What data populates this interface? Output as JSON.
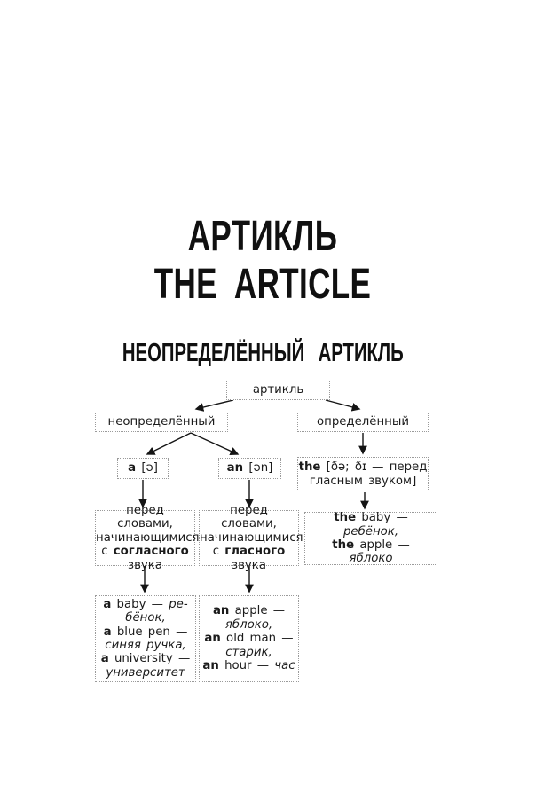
{
  "colors": {
    "ink": "#1b1b1b",
    "box_border": "#9a9a9a"
  },
  "header": {
    "title_ru": "АРТИКЛЬ",
    "title_en": "THE ARTICLE",
    "section_title": "НЕОПРЕДЕЛЁННЫЙ АРТИКЛЬ"
  },
  "diagram": {
    "root_label": "артикль",
    "indefinite_label": "неопределённый",
    "definite_label": "определённый",
    "node_a": {
      "word": "a",
      "ipa": "[ə]"
    },
    "node_an": {
      "word": "an",
      "ipa": "[ən]"
    },
    "node_the": {
      "word": "the",
      "ipa_line1": "[ðə; ðɪ — перед",
      "ipa_line2": "гласным звуком]"
    },
    "rule_consonant": {
      "line1": "перед словами,",
      "line2": "начинающимися",
      "line3_prefix": "с ",
      "line3_bold": "согласного",
      "line4": "звука"
    },
    "rule_vowel": {
      "line1": "перед словами,",
      "line2": "начинающимися",
      "line3_prefix": "с ",
      "line3_bold": "гласного",
      "line4": "звука"
    },
    "examples_the": {
      "l1_word": "the",
      "l1_text": " baby —",
      "l2_translation": "ребёнок,",
      "l3_word": "the",
      "l3_text": " apple —",
      "l4_translation": "яблоко"
    },
    "examples_a": {
      "l1_word": "a",
      "l1_text": " baby — ",
      "l1_translation": "ре-",
      "l2_translation": "бёнок,",
      "l3_word": "a",
      "l3_text": " blue pen —",
      "l4_translation": "синяя ручка,",
      "l5_word": "a",
      "l5_text": " university —",
      "l6_translation": "университет"
    },
    "examples_an": {
      "l1_word": "an",
      "l1_text": " apple —",
      "l2_translation": "яблоко,",
      "l3_word": "an",
      "l3_text": " old man —",
      "l4_translation": "старик,",
      "l5_word": "an",
      "l5_text": " hour — ",
      "l5_translation": "час"
    }
  }
}
